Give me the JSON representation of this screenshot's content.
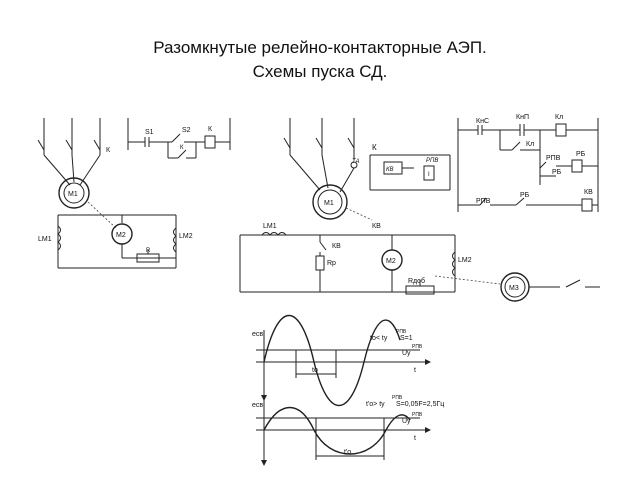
{
  "title": {
    "line1": "Разомкнутые релейно-контакторные АЭП.",
    "line2": "Схемы пуска СД."
  },
  "left_schematic": {
    "contactor_label": "К",
    "motor_m1": "М1",
    "generator_m2": "М2",
    "winding_lm1": "LM1",
    "winding_lm2": "LM2",
    "resistor_label": "R",
    "switch_s1": "S1",
    "switch_s2": "S2",
    "coil_k1": "К",
    "coil_k2": "К"
  },
  "right_schematic": {
    "contactor_label": "К",
    "ta_label": "ТА",
    "kv_label_1": "КВ",
    "rpv_label": "РПВ",
    "rpv_coil": "I",
    "motor_m1": "М1",
    "kv_label_2": "КВ",
    "kv_label_3": "КВ",
    "winding_lm1": "LM1",
    "resistor_rr": "Rр",
    "motor_m2": "М2",
    "winding_lm2": "LM2",
    "resistor_rdob": "Rдоб",
    "motor_m3": "М3"
  },
  "control_schematic": {
    "kns": "КнС",
    "knp": "КнП",
    "kl_coil": "Кл",
    "kl_contact": "Кл",
    "rpv_1": "РПВ",
    "rb_coil": "РБ",
    "rb_contact": "РБ",
    "rpv_2": "РПВ",
    "rb_2": "РБ",
    "kv_coil": "КВ"
  },
  "waveforms": {
    "upper": {
      "y_axis": "eсв",
      "condition": "tо< tу",
      "cond_sup": "РПВ",
      "s_value": "S=1",
      "uy": "Uу",
      "uy_sup": "РПВ",
      "t_axis": "t",
      "interval": "tо"
    },
    "lower": {
      "y_axis": "eсв",
      "condition": "t'о> tу",
      "cond_sup": "РПВ",
      "s_value": "S=0,05F=2,5Гц",
      "uy": "Uу",
      "uy_sup": "РПВ",
      "t_axis": "t",
      "interval": "t'о"
    }
  }
}
